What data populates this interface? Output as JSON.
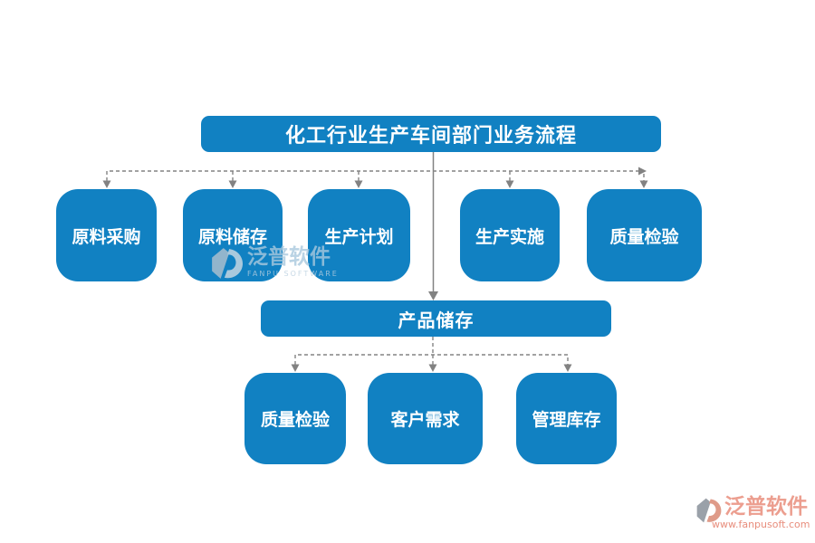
{
  "colors": {
    "accent": "#1181c2",
    "connector": "#828282",
    "node_text": "#ffffff",
    "watermark_center": "#a9c9de",
    "watermark_corner": "#ec9e8f"
  },
  "diagram": {
    "title": "化工行业生产车间部门业务流程",
    "row1": [
      {
        "label": "原料采购"
      },
      {
        "label": "原料储存"
      },
      {
        "label": "生产计划"
      },
      {
        "label": "生产实施"
      },
      {
        "label": "质量检验"
      }
    ],
    "middle": {
      "label": "产品储存"
    },
    "row2": [
      {
        "label": "质量检验"
      },
      {
        "label": "客户需求"
      },
      {
        "label": "管理库存"
      }
    ]
  },
  "watermarks": {
    "center": {
      "brand": "泛普软件",
      "sub": "FANPU SOFTWARE"
    },
    "corner": {
      "brand": "泛普软件",
      "url": "www.fanpusoft.com"
    }
  }
}
